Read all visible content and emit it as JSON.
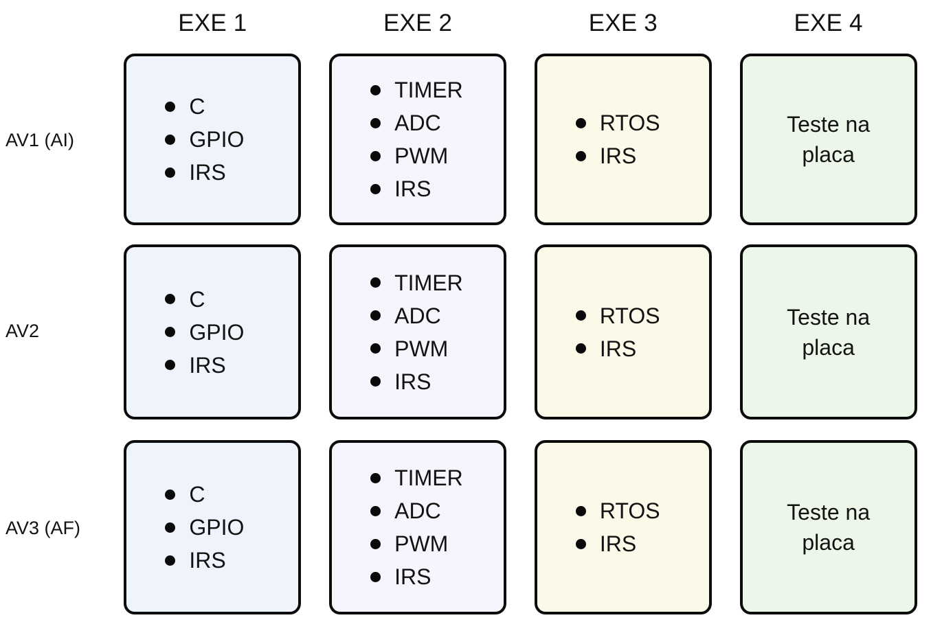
{
  "diagram": {
    "title_row_label_header": "",
    "column_headers": [
      "EXE 1",
      "EXE 2",
      "EXE 3",
      "EXE 4"
    ],
    "row_labels": [
      "AV1 (AI)",
      "AV2",
      "AV3 (AF)"
    ],
    "colors": {
      "exe1": "#eef3fc",
      "exe2": "#f6f4fd",
      "exe3": "#fbf9e7",
      "exe4": "#ecf7e9",
      "border": "#0c0c0c",
      "text": "#121212",
      "background": "#ffffff"
    },
    "rows": [
      {
        "label": "AV1 (AI)",
        "cells": [
          {
            "style": "blue",
            "kind": "list",
            "items": [
              "C",
              "GPIO",
              "IRS"
            ]
          },
          {
            "style": "purple",
            "kind": "list",
            "items": [
              "TIMER",
              "ADC",
              "PWM",
              "IRS"
            ]
          },
          {
            "style": "yellow",
            "kind": "list",
            "items": [
              "RTOS",
              "IRS"
            ]
          },
          {
            "style": "green",
            "kind": "text",
            "text": "Teste na placa"
          }
        ]
      },
      {
        "label": "AV2",
        "cells": [
          {
            "style": "blue",
            "kind": "list",
            "items": [
              "C",
              "GPIO",
              "IRS"
            ]
          },
          {
            "style": "purple",
            "kind": "list",
            "items": [
              "TIMER",
              "ADC",
              "PWM",
              "IRS"
            ]
          },
          {
            "style": "yellow",
            "kind": "list",
            "items": [
              "RTOS",
              "IRS"
            ]
          },
          {
            "style": "green",
            "kind": "text",
            "text": "Teste na placa"
          }
        ]
      },
      {
        "label": "AV3 (AF)",
        "cells": [
          {
            "style": "blue",
            "kind": "list",
            "items": [
              "C",
              "GPIO",
              "IRS"
            ]
          },
          {
            "style": "purple",
            "kind": "list",
            "items": [
              "TIMER",
              "ADC",
              "PWM",
              "IRS"
            ]
          },
          {
            "style": "yellow",
            "kind": "list",
            "items": [
              "RTOS",
              "IRS"
            ]
          },
          {
            "style": "green",
            "kind": "text",
            "text": "Teste na placa"
          }
        ]
      }
    ]
  }
}
